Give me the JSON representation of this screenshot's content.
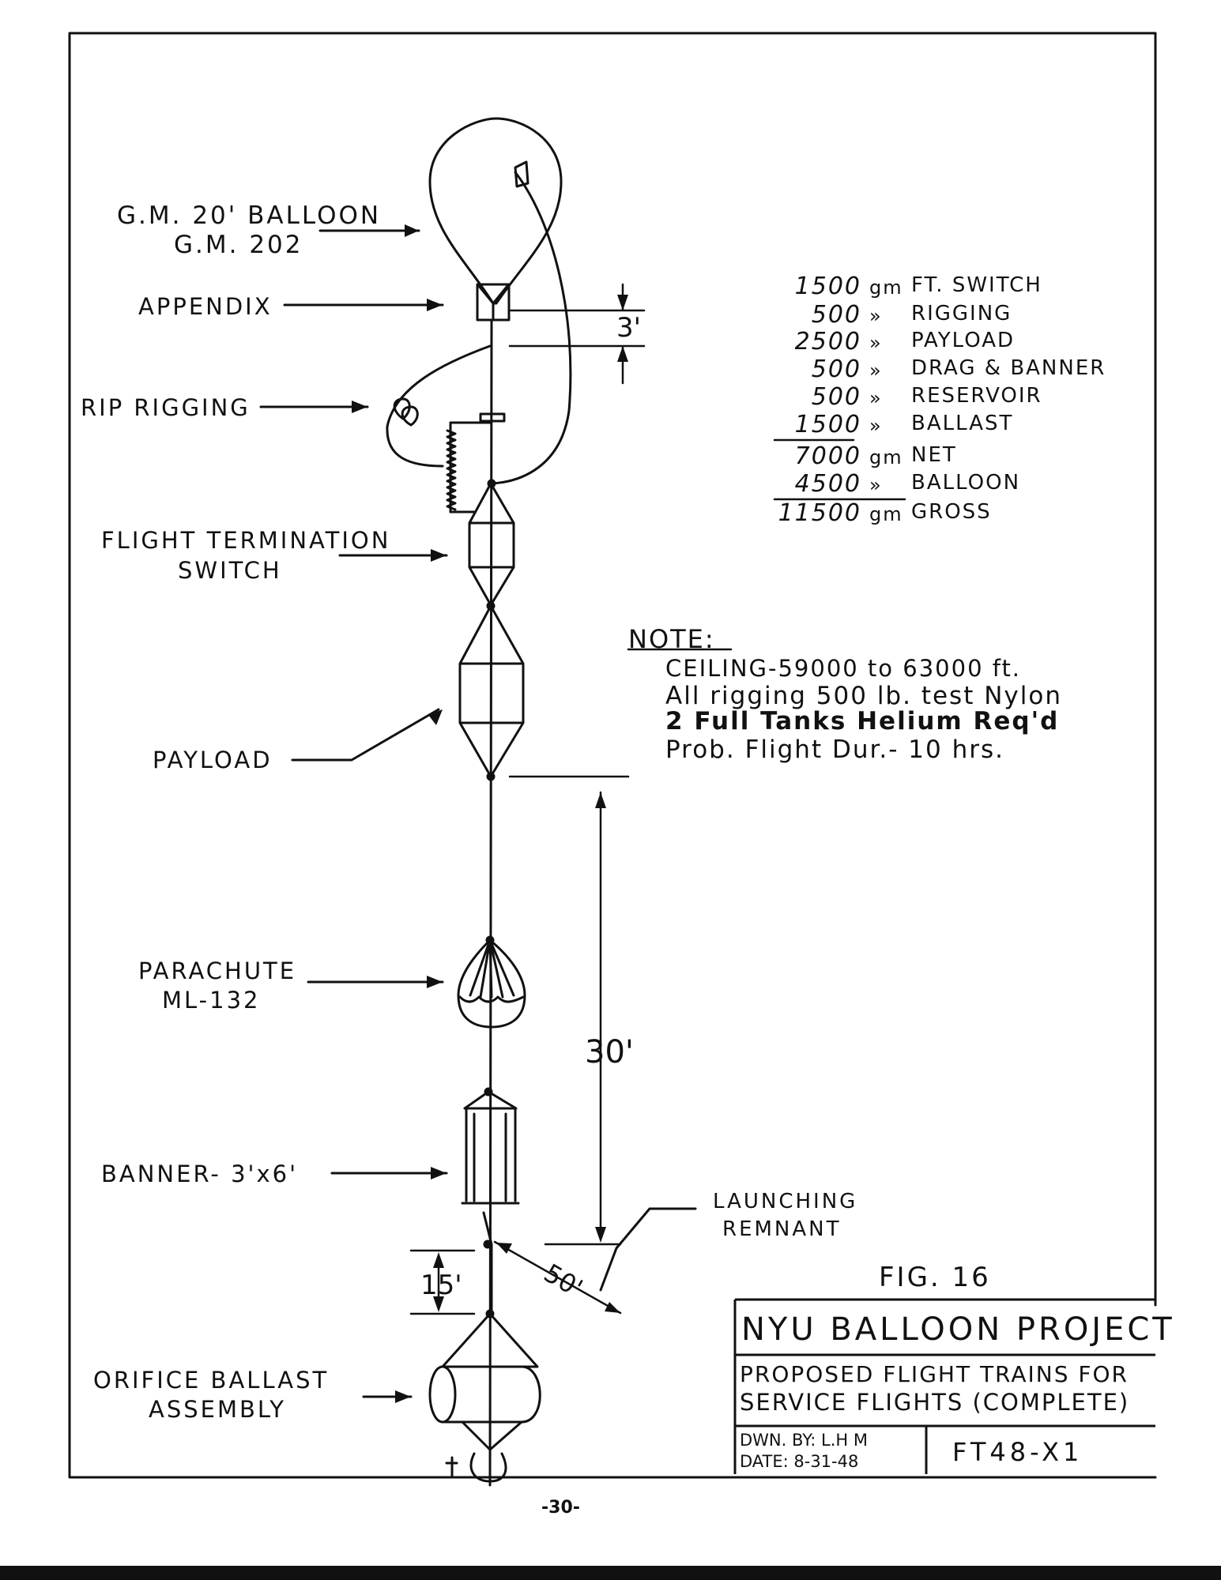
{
  "labels": {
    "balloon_line1": "G.M. 20' BALLOON",
    "balloon_line2": "G.M. 202",
    "appendix": "APPENDIX",
    "rip_rigging": "RIP RIGGING",
    "flight_termination_line1": "FLIGHT TERMINATION",
    "flight_termination_line2": "SWITCH",
    "payload": "PAYLOAD",
    "parachute_line1": "PARACHUTE",
    "parachute_line2": "ML-132",
    "banner": "BANNER- 3'x6'",
    "launching_remnant_line1": "LAUNCHING",
    "launching_remnant_line2": "REMNANT",
    "ballast_line1": "ORIFICE BALLAST",
    "ballast_line2": "ASSEMBLY"
  },
  "dimensions": {
    "appendix_gap": "3'",
    "payload_to_banner": "30'",
    "remnant_gap": "15'",
    "remnant_length": "50'"
  },
  "weights": [
    {
      "amount": "1500",
      "unit": "gm",
      "item": "FT. SWITCH"
    },
    {
      "amount": "500",
      "unit": "»",
      "item": "RIGGING"
    },
    {
      "amount": "2500",
      "unit": "»",
      "item": "PAYLOAD"
    },
    {
      "amount": "500",
      "unit": "»",
      "item": "DRAG & BANNER"
    },
    {
      "amount": "500",
      "unit": "»",
      "item": "RESERVOIR"
    },
    {
      "amount": "1500",
      "unit": "»",
      "item": "BALLAST"
    },
    {
      "amount": "7000",
      "unit": "gm",
      "item": "NET"
    },
    {
      "amount": "4500",
      "unit": "»",
      "item": "BALLOON"
    },
    {
      "amount": "11500",
      "unit": "gm",
      "item": "GROSS"
    }
  ],
  "note": {
    "heading": "NOTE:",
    "lines": [
      "CEILING-59000 to 63000 ft.",
      "All rigging 500 lb. test Nylon",
      "2 Full Tanks Helium Req'd",
      "Prob. Flight Dur.- 10 hrs."
    ]
  },
  "title_block": {
    "fig": "FIG. 16",
    "project": "NYU BALLOON PROJECT",
    "title_line1": "PROPOSED FLIGHT TRAINS FOR",
    "title_line2": "SERVICE FLIGHTS (COMPLETE)",
    "drawn_by": "DWN. BY: L.H M",
    "date": "DATE: 8-31-48",
    "drawing_no": "FT48-X1"
  },
  "page_number": "-30-"
}
